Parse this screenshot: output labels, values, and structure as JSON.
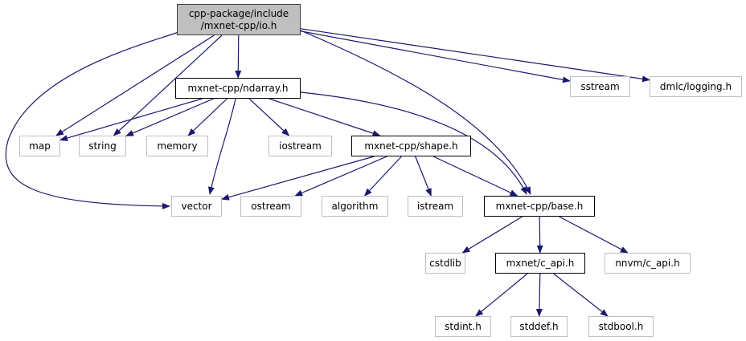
{
  "graph": {
    "edge_color": "#191970",
    "nodes": [
      {
        "id": "io",
        "label": "cpp-package/include\n/mxnet-cpp/io.h",
        "kind": "root"
      },
      {
        "id": "ndarray",
        "label": "mxnet-cpp/ndarray.h",
        "kind": "internal"
      },
      {
        "id": "sstream",
        "label": "sstream",
        "kind": "external"
      },
      {
        "id": "logging",
        "label": "dmlc/logging.h",
        "kind": "external"
      },
      {
        "id": "map",
        "label": "map",
        "kind": "external"
      },
      {
        "id": "string",
        "label": "string",
        "kind": "external"
      },
      {
        "id": "memory",
        "label": "memory",
        "kind": "external"
      },
      {
        "id": "iostream",
        "label": "iostream",
        "kind": "external"
      },
      {
        "id": "shape",
        "label": "mxnet-cpp/shape.h",
        "kind": "internal"
      },
      {
        "id": "vector",
        "label": "vector",
        "kind": "external"
      },
      {
        "id": "ostream",
        "label": "ostream",
        "kind": "external"
      },
      {
        "id": "algorithm",
        "label": "algorithm",
        "kind": "external"
      },
      {
        "id": "istream",
        "label": "istream",
        "kind": "external"
      },
      {
        "id": "base",
        "label": "mxnet-cpp/base.h",
        "kind": "internal"
      },
      {
        "id": "cstdlib",
        "label": "cstdlib",
        "kind": "external"
      },
      {
        "id": "capi",
        "label": "mxnet/c_api.h",
        "kind": "internal"
      },
      {
        "id": "nnvm",
        "label": "nnvm/c_api.h",
        "kind": "external"
      },
      {
        "id": "stdint",
        "label": "stdint.h",
        "kind": "external"
      },
      {
        "id": "stddef",
        "label": "stddef.h",
        "kind": "external"
      },
      {
        "id": "stdbool",
        "label": "stdbool.h",
        "kind": "external"
      }
    ],
    "edges": [
      [
        "io",
        "ndarray"
      ],
      [
        "io",
        "map"
      ],
      [
        "io",
        "string"
      ],
      [
        "io",
        "vector"
      ],
      [
        "io",
        "sstream"
      ],
      [
        "io",
        "logging"
      ],
      [
        "io",
        "base"
      ],
      [
        "ndarray",
        "map"
      ],
      [
        "ndarray",
        "string"
      ],
      [
        "ndarray",
        "memory"
      ],
      [
        "ndarray",
        "vector"
      ],
      [
        "ndarray",
        "iostream"
      ],
      [
        "ndarray",
        "shape"
      ],
      [
        "ndarray",
        "base"
      ],
      [
        "shape",
        "vector"
      ],
      [
        "shape",
        "ostream"
      ],
      [
        "shape",
        "algorithm"
      ],
      [
        "shape",
        "istream"
      ],
      [
        "shape",
        "base"
      ],
      [
        "base",
        "cstdlib"
      ],
      [
        "base",
        "capi"
      ],
      [
        "base",
        "nnvm"
      ],
      [
        "capi",
        "stdint"
      ],
      [
        "capi",
        "stddef"
      ],
      [
        "capi",
        "stdbool"
      ]
    ]
  }
}
